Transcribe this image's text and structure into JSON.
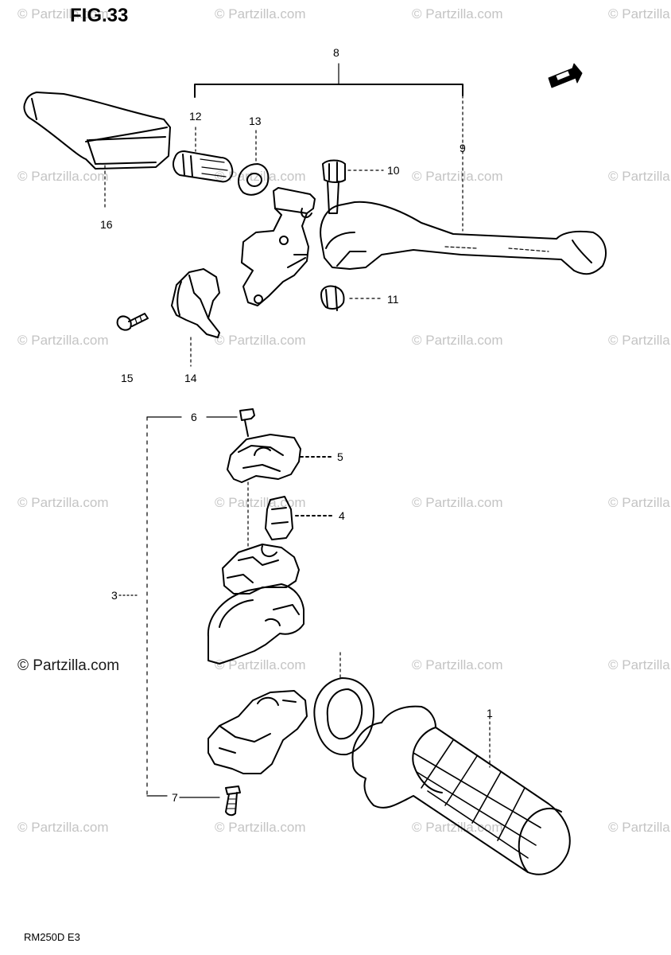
{
  "figure": {
    "title": "FIG.33"
  },
  "watermark": {
    "text": "© Partzilla.com",
    "highlight_text": "© Partzilla.com"
  },
  "callouts": [
    {
      "id": "c1",
      "label": "1"
    },
    {
      "id": "c3",
      "label": "3"
    },
    {
      "id": "c4",
      "label": "4"
    },
    {
      "id": "c5",
      "label": "5"
    },
    {
      "id": "c6",
      "label": "6"
    },
    {
      "id": "c7",
      "label": "7"
    },
    {
      "id": "c8",
      "label": "8"
    },
    {
      "id": "c9",
      "label": "9"
    },
    {
      "id": "c10",
      "label": "10"
    },
    {
      "id": "c11",
      "label": "11"
    },
    {
      "id": "c12",
      "label": "12"
    },
    {
      "id": "c13",
      "label": "13"
    },
    {
      "id": "c14",
      "label": "14"
    },
    {
      "id": "c15",
      "label": "15"
    },
    {
      "id": "c16",
      "label": "16"
    }
  ],
  "footer": {
    "model": "RM250D  E3"
  },
  "icons": {
    "front": "front-arrow-icon"
  }
}
